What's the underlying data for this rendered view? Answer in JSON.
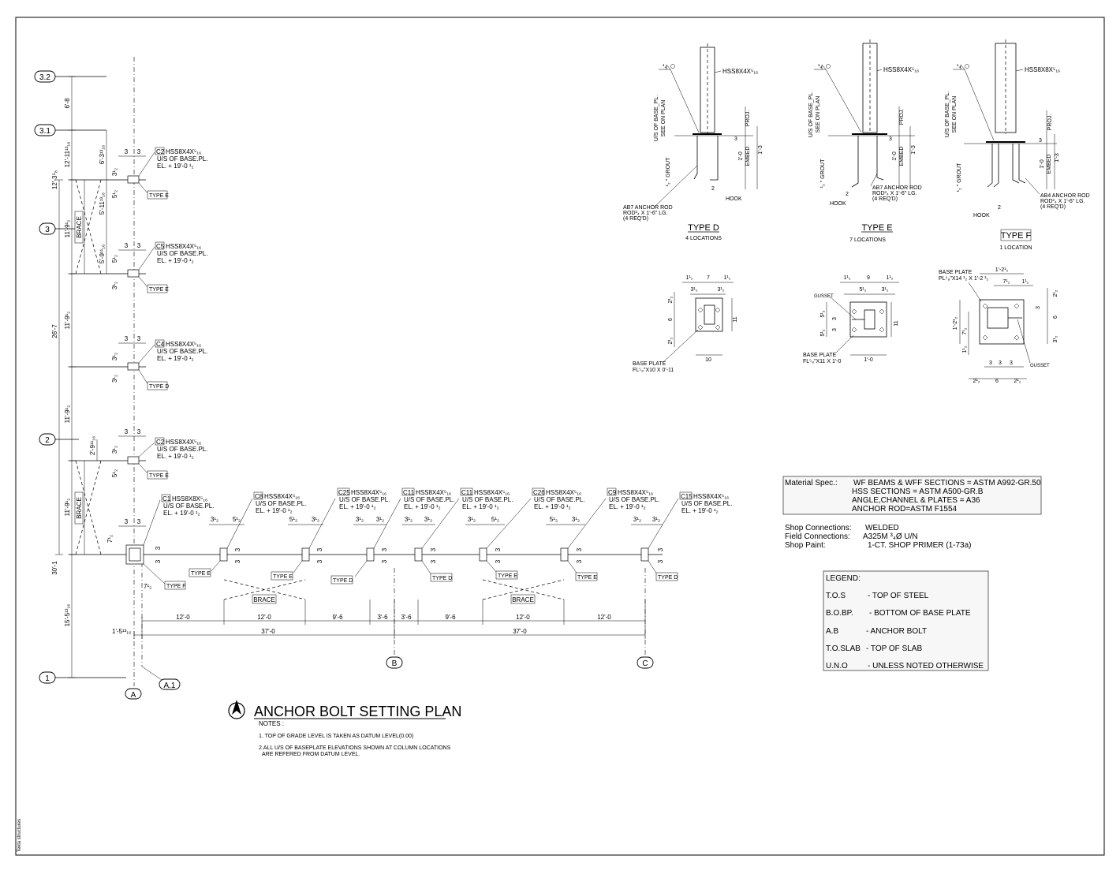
{
  "title": "ANCHOR BOLT SETTING PLAN",
  "notes": {
    "heading": "NOTES :",
    "lines": [
      "1. TOP OF GRADE LEVEL IS TAKEN AS DATUM LEVEL(0.00)",
      "2.ALL U/S OF BASEPLATE ELEVATIONS SHOWN AT COLUMN LOCATIONS",
      "ARE REFERED FROM DATUM LEVEL."
    ]
  },
  "watermark": "Tekla structures",
  "grid": {
    "rows": [
      "3.2",
      "3.1",
      "3",
      "2",
      "1"
    ],
    "cols": [
      "A",
      "A.1",
      "B",
      "C"
    ],
    "row_spacings": [
      "6'-8",
      "12'-11¹³₁₆",
      "12'-3⁵₈",
      "11'-9¹₂",
      "11'-9¹₂",
      "11'-9¹₂",
      "11'-9¹₂",
      "15'-5¹³₁₆"
    ],
    "row_totals": [
      "26'-7",
      "30'-1"
    ],
    "offsets": [
      "6'-3¹³₁₆",
      "5'-11¹³₁₆",
      "5'-9¹¹₁₆",
      "2'-9¹¹₁₆"
    ],
    "col_spacings": [
      "12'-0",
      "12'-0",
      "9'-6",
      "3'-6",
      "3'-6",
      "9'-6",
      "12'-0",
      "12'-0"
    ],
    "col_totals": [
      "37'-0",
      "37'-0"
    ],
    "left_offset": "1'-5¹³₁₆"
  },
  "columns": [
    {
      "mark": "C2",
      "section": "HSS8X4X⁵₁₆",
      "base": "U/S OF BASE.PL.",
      "elev": "EL. + 19'-0 ¹₂",
      "type": "TYPE E"
    },
    {
      "mark": "C5",
      "section": "HSS8X4X⁵₁₆",
      "base": "U/S OF BASE.PL.",
      "elev": "EL. + 19'-0 ¹₂",
      "type": "TYPE E"
    },
    {
      "mark": "C4",
      "section": "HSS8X4X⁵₁₆",
      "base": "U/S OF BASE.PL.",
      "elev": "EL. + 19'-0 ¹₂",
      "type": "TYPE D"
    },
    {
      "mark": "C2",
      "section": "HSS8X4X⁵₁₆",
      "base": "U/S OF BASE.PL.",
      "elev": "EL. + 19'-0 ¹₂",
      "type": "TYPE E"
    },
    {
      "mark": "C1",
      "section": "HSS8X8X⁵₁₆",
      "base": "U/S OF BASE.PL.",
      "elev": "EL. + 19'-0 ¹₂",
      "type": "TYPE F"
    },
    {
      "mark": "C8",
      "section": "HSS8X4X⁵₁₆",
      "base": "U/S OF BASE.PL.",
      "elev": "EL. + 19'-0 ¹₂",
      "type": "TYPE E"
    },
    {
      "mark": "C25",
      "section": "HSS8X4X⁵₁₆",
      "base": "U/S OF BASE.PL.",
      "elev": "EL. + 19'-0 ¹₂",
      "type": "TYPE E"
    },
    {
      "mark": "C11",
      "section": "HSS8X4X⁵₁₆",
      "base": "U/S OF BASE.PL.",
      "elev": "EL. + 19'-0 ¹₂",
      "type": "TYPE D"
    },
    {
      "mark": "C11",
      "section": "HSS8X4X⁵₁₆",
      "base": "U/S OF BASE.PL.",
      "elev": "EL. + 19'-0 ¹₂",
      "type": "TYPE D"
    },
    {
      "mark": "C26",
      "section": "HSS8X4X⁵₁₆",
      "base": "U/S OF BASE.PL.",
      "elev": "EL. + 19'-0 ¹₂",
      "type": "TYPE E"
    },
    {
      "mark": "C9",
      "section": "HSS8X4X⁵₁₆",
      "base": "U/S OF BASE.PL.",
      "elev": "EL. + 19'-0 ¹₂",
      "type": "TYPE E"
    },
    {
      "mark": "C15",
      "section": "HSS8X4X⁵₁₆",
      "base": "U/S OF BASE.PL.",
      "elev": "EL. + 19'-0 ¹₂",
      "type": "TYPE D"
    }
  ],
  "brace_label": "BRACE",
  "dims": {
    "three": "3",
    "three_half": "3¹₂",
    "five_half": "5¹₂",
    "seven_half": "7¹₂"
  },
  "details": {
    "d": {
      "title": "TYPE D",
      "count": "4 LOCATIONS",
      "section": "HSS8X4X⁵₁₆",
      "anchor": [
        "AB7 ANCHOR  ROD",
        "ROD³₄ X 1'-6\" LG.",
        "(4 REQ'D)"
      ],
      "hook": "HOOK",
      "grout": "¹₂ \" GROUT",
      "us": "U/S OF BASE_PL.",
      "see": "SEE ON PLAN",
      "proj": "PROJ.",
      "embed": "EMBED",
      "one_zero": "1'-0",
      "one_three": "1'-3",
      "two": "2",
      "three": "3",
      "weld": "¹₄",
      "base_plate": "BASE PLATE",
      "plate": "FL⁵₈\"X10 X 0'-11",
      "plan_dims": [
        "1¹₂",
        "7",
        "1¹₂",
        "3¹₂",
        "3¹₂",
        "2¹₂",
        "6",
        "2¹₂",
        "11",
        "10"
      ]
    },
    "e": {
      "title": "TYPE E",
      "count": "7 LOCATIONS",
      "section": "HSS8X4X⁵₁₆",
      "anchor": [
        "AB7 ANCHOR  ROD",
        "ROD³₄ X 1'-6\" LG.",
        "(4 REQ'D)"
      ],
      "hook": "HOOK",
      "grout": "¹₂ \" GROUT",
      "us": "U/S OF BASE_PL.",
      "see": "SEE ON PLAN",
      "proj": "PROJ.",
      "embed": "EMBED",
      "one_zero": "1'-0",
      "one_three": "1'-3",
      "two": "2",
      "three": "3",
      "weld": "¹₄",
      "gusset": "GUSSET",
      "base_plate": "BASE PLATE",
      "plate": "FL⁵₈\"X11 X 1'-0",
      "plan_dims": [
        "1¹₂",
        "9",
        "1¹₂",
        "5¹₂",
        "3¹₂",
        "5¹₂",
        "3",
        "3",
        "5¹₂",
        "11",
        "1'-0"
      ]
    },
    "f": {
      "title": "TYPE F",
      "count": "1 LOCATION",
      "section": "HSS8X8X⁵₁₆",
      "anchor": [
        "AB4 ANCHOR  ROD",
        "ROD³₄ X 1'-6\" LG.",
        "(4 REQ'D)"
      ],
      "hook": "HOOK",
      "grout": "¹₂ \" GROUT",
      "us": "U/S OF BASE_PL.",
      "see": "SEE ON PLAN",
      "proj": "PROJ.",
      "embed": "EMBED",
      "one_zero": "1'-0",
      "one_three": "1'-3",
      "two": "2",
      "three": "3",
      "weld": "¹₄",
      "gusset": "GUSSET",
      "base_plate": "BASE PLATE",
      "plate": "PL⁵₈\"X14 ¹₂ X 1'-2 ¹₂",
      "plan_dims": [
        "1'-2¹₂",
        "7¹₂",
        "1¹₂",
        "2¹₂",
        "3",
        "6",
        "3¹₂",
        "1'-2¹₂",
        "7¹₂",
        "1¹₂",
        "3",
        "3",
        "3",
        "2¹₂",
        "6",
        "2¹₂"
      ]
    }
  },
  "material": {
    "label": "Material Spec.:",
    "lines": [
      "WF BEAMS & WFF SECTIONS = ASTM A992-GR.50",
      "HSS SECTIONS = ASTM A500-GR.B",
      "ANGLE,CHANNEL & PLATES = A36",
      "ANCHOR ROD=ASTM F1554"
    ],
    "shop_label": "Shop Connections:",
    "shop": "WELDED",
    "field_label": "Field Connections:",
    "field": "A325M ³₄Ø U/N",
    "paint_label": "Shop Paint:",
    "paint": "1-CT. SHOP PRIMER (1-73a)"
  },
  "legend": {
    "heading": "LEGEND:",
    "items": [
      {
        "abbr": "T.O.S",
        "meaning": "-  TOP OF STEEL"
      },
      {
        "abbr": "B.O.BP.",
        "meaning": "-  BOTTOM OF BASE PLATE"
      },
      {
        "abbr": "A.B",
        "meaning": "-  ANCHOR BOLT"
      },
      {
        "abbr": "T.O.SLAB",
        "meaning": "-  TOP OF SLAB"
      },
      {
        "abbr": "U.N.O",
        "meaning": "-  UNLESS NOTED OTHERWISE"
      }
    ]
  }
}
